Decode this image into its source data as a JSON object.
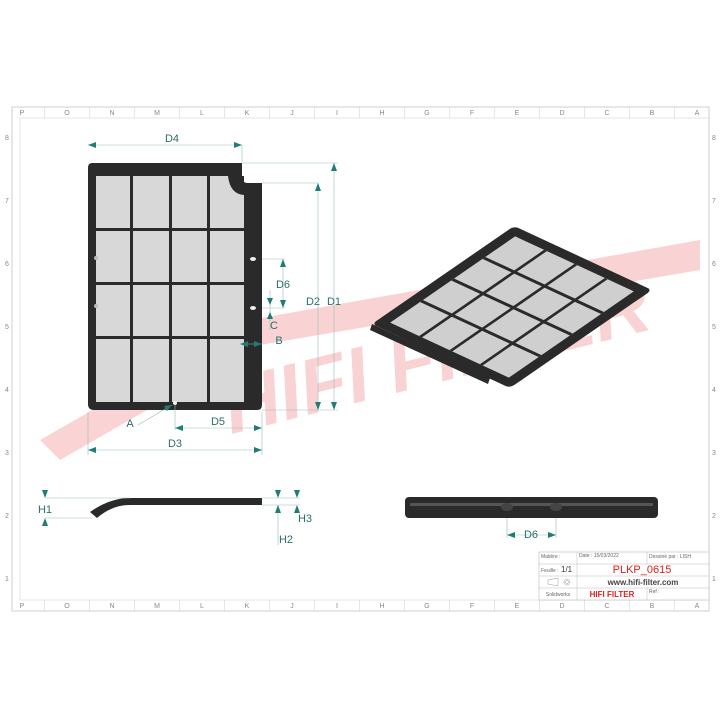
{
  "sheet": {
    "columns": [
      "P",
      "O",
      "N",
      "M",
      "L",
      "K",
      "J",
      "I",
      "H",
      "G",
      "F",
      "E",
      "D",
      "C",
      "B",
      "A"
    ],
    "rows": [
      "8",
      "7",
      "6",
      "5",
      "4",
      "3",
      "2",
      "1"
    ]
  },
  "watermark": {
    "text": "HIFI FILTER",
    "symbol": "®",
    "color": "#e83a3a"
  },
  "dimensions": {
    "D1": "D1",
    "D2": "D2",
    "D3": "D3",
    "D4": "D4",
    "D5": "D5",
    "D6": "D6",
    "A": "A",
    "B": "B",
    "C": "C",
    "H1": "H1",
    "H2": "H2",
    "H3": "H3"
  },
  "colors": {
    "dimension": "#1f7d76",
    "filter_frame": "#2a2a2a",
    "mesh": "#d8d8d8",
    "brand_red": "#e02020"
  },
  "title_block": {
    "matiere_label": "Matière :",
    "date_label": "Date : 15/03/2022",
    "dessine_label": "Dessiné par : LISH",
    "feuille_label": "Feuille :",
    "feuille_value": "1/1",
    "part_number": "PLKP_0615",
    "website": "www.hifi-filter.com",
    "software": "Solidworks",
    "brand": "HIFI FILTER",
    "ref_label": "Ref :"
  }
}
